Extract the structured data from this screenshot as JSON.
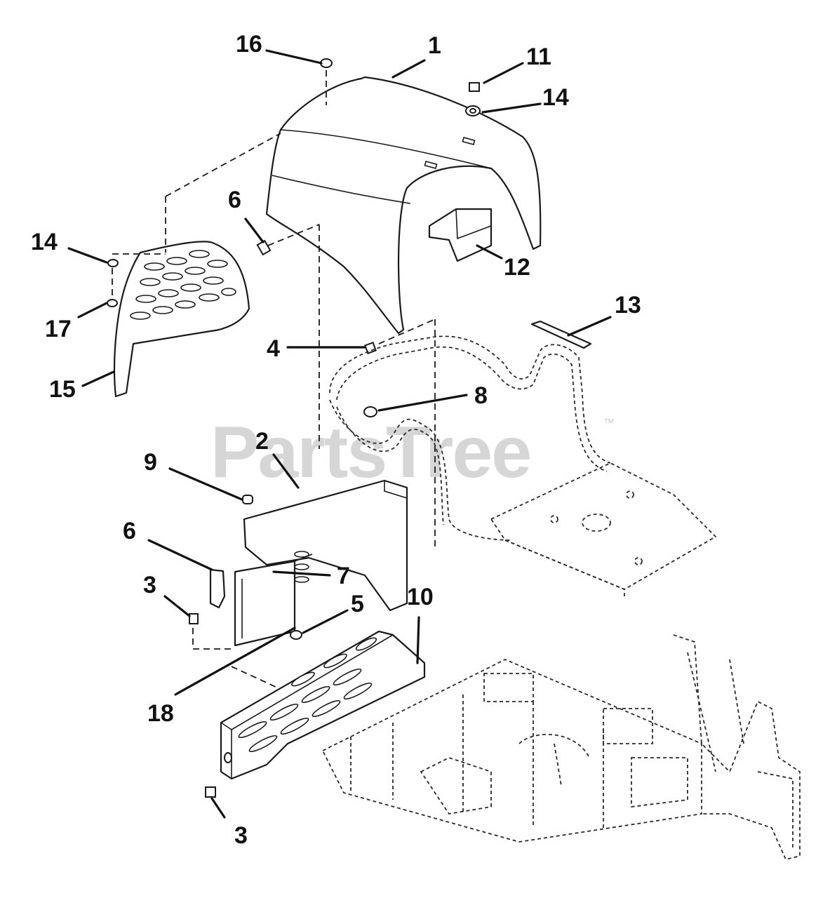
{
  "diagram": {
    "watermark": "PartsTree",
    "watermark_mark": "™",
    "callouts": [
      {
        "id": "c1",
        "label": "1"
      },
      {
        "id": "c16",
        "label": "16"
      },
      {
        "id": "c11",
        "label": "11"
      },
      {
        "id": "c14a",
        "label": "14"
      },
      {
        "id": "c6a",
        "label": "6"
      },
      {
        "id": "c14b",
        "label": "14"
      },
      {
        "id": "c12",
        "label": "12"
      },
      {
        "id": "c17",
        "label": "17"
      },
      {
        "id": "c13",
        "label": "13"
      },
      {
        "id": "c4",
        "label": "4"
      },
      {
        "id": "c15",
        "label": "15"
      },
      {
        "id": "c8",
        "label": "8"
      },
      {
        "id": "c2",
        "label": "2"
      },
      {
        "id": "c9",
        "label": "9"
      },
      {
        "id": "c6b",
        "label": "6"
      },
      {
        "id": "c7",
        "label": "7"
      },
      {
        "id": "c3a",
        "label": "3"
      },
      {
        "id": "c10",
        "label": "10"
      },
      {
        "id": "c5",
        "label": "5"
      },
      {
        "id": "c18",
        "label": "18"
      },
      {
        "id": "c3b",
        "label": "3"
      }
    ]
  }
}
